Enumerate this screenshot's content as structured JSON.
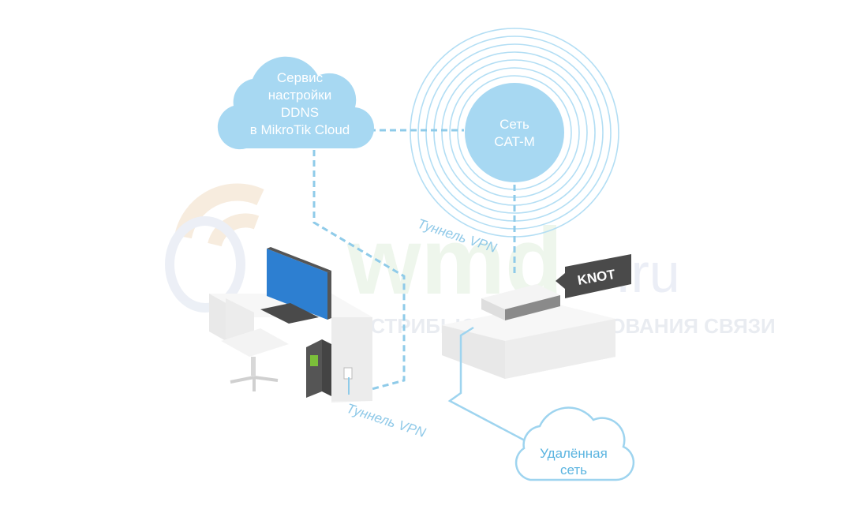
{
  "cloud_service": {
    "lines": [
      "Сервис",
      "настройки",
      "DDNS",
      "в MikroTik Cloud"
    ]
  },
  "cat_m": {
    "lines": [
      "Сеть",
      "CAT-M"
    ]
  },
  "tunnel_top": "Туннель VPN",
  "tunnel_bottom": "Туннель VPN",
  "remote_network": {
    "lines": [
      "Удалённая",
      "сеть"
    ]
  },
  "device_label": "KNOT",
  "watermark": {
    "logo": "wmd",
    "domain": ".ru",
    "tagline": "ДИСТРИБЬЮТОР ОБОРУДОВАНИЯ СВЯЗИ"
  },
  "colors": {
    "cloud": "#a7d8f2",
    "link": "#8fcbe9",
    "ring": "#b3def4",
    "cable": "#9ed4ef",
    "screen": "#2d7fd1",
    "device_tag": "#4a4a4a"
  }
}
